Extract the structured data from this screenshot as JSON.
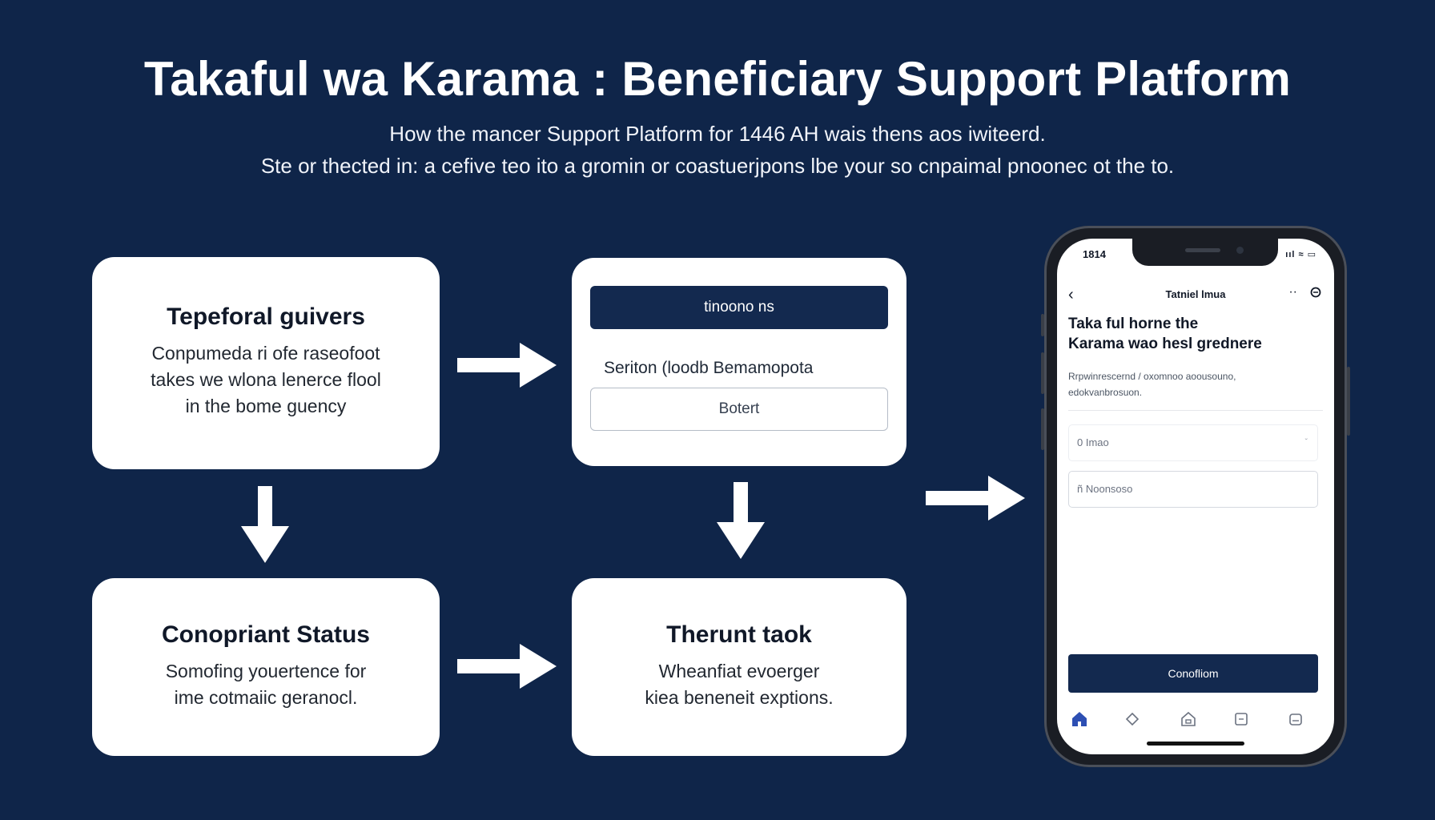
{
  "header": {
    "title": "Takaful wa Karama : Beneficiary Support Platform",
    "subtitle_line1": "How the mancer Support Platform for 1446 AH wais thens aos iwiteerd.",
    "subtitle_line2": "Ste or thected in: a cefive teo ito a gromin or coastuerjpons lbe your so cnpaimal pnoonec ot the to."
  },
  "cards": {
    "top_left": {
      "title": "Tepeforal guivers",
      "lines": [
        "Conpumeda ri ofe raseofoot",
        "takes we wlona lenerce flool",
        "in the bome guency"
      ]
    },
    "top_middle": {
      "bar_label": "tinoono ns",
      "field_label": "Seriton (loodb Bemamopota",
      "field_value": "Botert"
    },
    "bottom_left": {
      "title": "Conopriant Status",
      "lines": [
        "Somofing youertence for",
        "ime cotmaiic geranocl."
      ]
    },
    "bottom_right": {
      "title": "Therunt taok",
      "lines": [
        "Wheanfiat evoerger",
        "kiea beneneit exptions."
      ]
    }
  },
  "phone": {
    "status_time": "1814",
    "status_icons": "ııl ≈ ▭",
    "nav_title": "Tatniel lmua",
    "nav_more": "··",
    "heading_line1": "Taka ful horne the",
    "heading_line2": "Karama wao hesl grednere",
    "desc_line1": "Rrpwinrescernd / oxomnoo aoousouno,",
    "desc_line2": "edokvanbrosuon.",
    "input1_placeholder": "0 Imao",
    "input1_caret": "ˇ",
    "input2_placeholder": "ñ Noonsoso",
    "button_label": "Conofliom"
  },
  "colors": {
    "background": "#0f2549",
    "card": "#ffffff",
    "navy_accent": "#13294f",
    "tab_active": "#2d4fb3"
  }
}
